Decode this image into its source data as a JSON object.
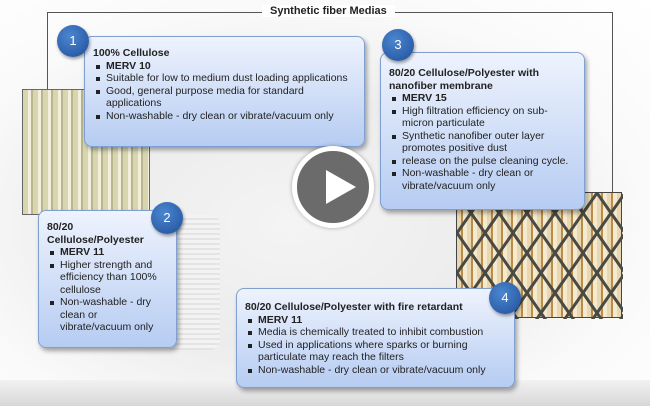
{
  "title": "Synthetic fiber Medias",
  "boxes": [
    {
      "number": "1",
      "heading": "100% Cellulose",
      "items": [
        "MERV 10",
        "Suitable for low to medium dust loading applications",
        "Good, general purpose media for standard applications",
        "Non-washable - dry clean or vibrate/vacuum only"
      ]
    },
    {
      "number": "2",
      "heading": "80/20 Cellulose/Polyester",
      "items": [
        "MERV 11",
        "Higher strength and efficiency than 100% cellulose",
        "Non-washable - dry clean or vibrate/vacuum only"
      ]
    },
    {
      "number": "3",
      "heading": "80/20 Cellulose/Polyester with nanofiber membrane",
      "items": [
        "MERV 15",
        "High filtration efficiency on sub-micron particulate",
        "Synthetic nanofiber outer layer promotes positive dust",
        "release on the pulse cleaning cycle.",
        "Non-washable - dry clean or vibrate/vacuum only"
      ]
    },
    {
      "number": "4",
      "heading": "80/20 Cellulose/Polyester with fire retardant",
      "items": [
        "MERV 11",
        "Media is chemically treated to inhibit combustion",
        "Used in applications where sparks or burning particulate may reach the filters",
        "Non-washable - dry clean or vibrate/vacuum only"
      ]
    }
  ]
}
